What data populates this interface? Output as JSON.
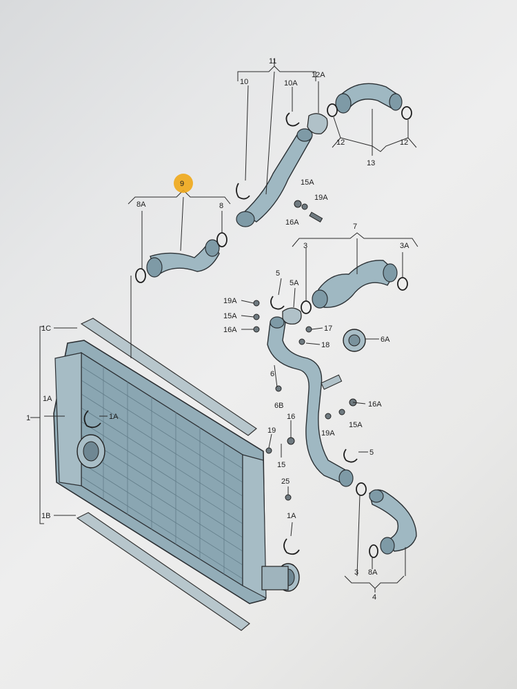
{
  "labels": {
    "l11": "11",
    "l10": "10",
    "l10A": "10A",
    "l12A": "12A",
    "l12a": "12",
    "l12b": "12",
    "l13": "13",
    "l9": "9",
    "l8A_top": "8A",
    "l8_top": "8",
    "l15A_top": "15A",
    "l19A_top": "19A",
    "l16A_top": "16A",
    "l7": "7",
    "l3_top": "3",
    "l3A": "3A",
    "l5_top": "5",
    "l5A": "5A",
    "l19A_left": "19A",
    "l15A_left": "15A",
    "l16A_left": "16A",
    "l17": "17",
    "l18": "18",
    "l6A": "6A",
    "l6": "6",
    "l6B": "6B",
    "l16A_right": "16A",
    "l16": "16",
    "l19A_mid": "19A",
    "l15A_mid": "15A",
    "l19": "19",
    "l15": "15",
    "l5_right": "5",
    "l25": "25",
    "l1C": "1C",
    "l1A_side": "1A",
    "l1": "1",
    "l1A_ring": "1A",
    "l1B": "1B",
    "l1A_low": "1A",
    "l3_bot": "3",
    "l8A_bot": "8A",
    "l4": "4"
  },
  "colors": {
    "callout_highlight": "#f0a81a",
    "part_fill": "#9fb8c2",
    "radiator_fill": "#8aa6b2"
  }
}
